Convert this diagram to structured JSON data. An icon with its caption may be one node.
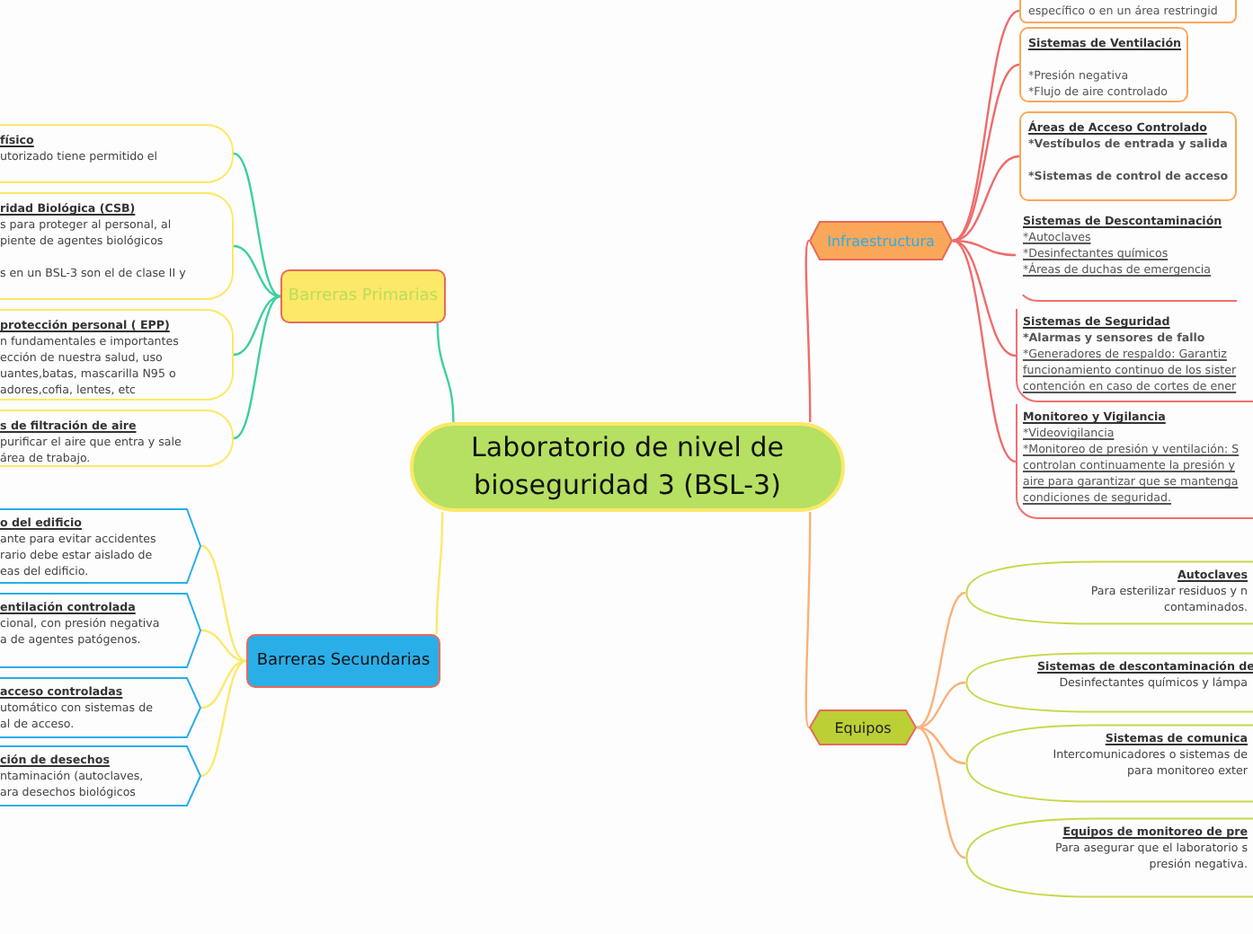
{
  "diagram": {
    "nodes": [
      {
        "text": [
          "Laboratorio de nivel de bioseguridad 3 (BSL-3)"
        ]
      },
      {
        "text": [
          "Barreras Primarias"
        ]
      },
      {
        "text": [
          "físico",
          "utorizado tiene permitido el"
        ]
      },
      {
        "text": [
          "ridad Biológica (CSB)",
          "s para proteger al personal, al",
          "piente de agentes biológicos",
          "s en un BSL-3 son el de clase II y"
        ]
      },
      {
        "text": [
          "protección personal ( EPP)",
          "n fundamentales e importantes",
          "ección de nuestra salud, uso",
          "uantes,batas, mascarilla N95 o",
          "adores,cofia, lentes, etc"
        ]
      },
      {
        "text": [
          "s de filtración de aire",
          "purificar el aire que entra y sale",
          " área de trabajo."
        ]
      },
      {
        "text": [
          "Barreras Secundarias"
        ]
      },
      {
        "text": [
          "o del edificio",
          "ante para evitar accidentes",
          "rario debe estar aislado de",
          "eas del edificio."
        ]
      },
      {
        "text": [
          "entilación controlada",
          "cional, con presión negativa",
          "a de agentes patógenos."
        ]
      },
      {
        "text": [
          "acceso controladas",
          "utomático con sistemas de",
          "al de acceso."
        ]
      },
      {
        "text": [
          "ción de desechos",
          "ntaminación (autoclaves,",
          "ara desechos biológicos"
        ]
      },
      {
        "text": [
          "Infraestructura"
        ]
      },
      {
        "text": [
          "específico o en un área restringid"
        ]
      },
      {
        "text": [
          "Sistemas de Ventilación",
          "*Presión negativa",
          "*Flujo de aire controlado"
        ]
      },
      {
        "text": [
          "Áreas de Acceso Controlado",
          "*Vestíbulos de entrada y salida",
          "*Sistemas de control de acceso"
        ]
      },
      {
        "text": [
          "Sistemas de Descontaminación",
          "*Autoclaves",
          "*Desinfectantes químicos",
          "*Áreas de duchas de emergencia"
        ]
      },
      {
        "text": [
          "Sistemas de Seguridad",
          "*Alarmas y sensores de fallo",
          "*Generadores de respaldo: Garantiz",
          "funcionamiento continuo de los sister",
          "contención en caso de cortes de ener"
        ]
      },
      {
        "text": [
          "Monitoreo y Vigilancia",
          "*Videovigilancia",
          "*Monitoreo de presión y ventilación: S",
          "controlan continuamente la presión y",
          "aire para garantizar que se mantenga",
          "condiciones de seguridad."
        ]
      },
      {
        "text": [
          "Equipos"
        ]
      },
      {
        "text": [
          "Autoclaves",
          "Para esterilizar residuos y n",
          "contaminados."
        ]
      },
      {
        "text": [
          "Sistemas de descontaminación de",
          "Desinfectantes químicos y lámpa"
        ]
      },
      {
        "text": [
          "Sistemas de comunica",
          "Intercomunicadores o sistemas de",
          "para monitoreo exter"
        ]
      },
      {
        "text": [
          "Equipos de monitoreo de pre",
          "Para asegurar que el laboratorio s",
          "presión negativa."
        ]
      }
    ],
    "edges": [
      {
        "from": 0,
        "to": 1,
        "arrow": "none",
        "color": "#3ecfa0"
      },
      {
        "from": 0,
        "to": 6,
        "arrow": "none",
        "color": "#fce96a"
      },
      {
        "from": 0,
        "to": 11,
        "arrow": "none",
        "color": "#f06b6b"
      },
      {
        "from": 0,
        "to": 18,
        "arrow": "none",
        "color": "#fbb07a"
      },
      {
        "from": 1,
        "to": 2,
        "arrow": "none",
        "color": "#3ecfa0"
      },
      {
        "from": 1,
        "to": 3,
        "arrow": "none",
        "color": "#3ecfa0"
      },
      {
        "from": 1,
        "to": 4,
        "arrow": "none",
        "color": "#3ecfa0"
      },
      {
        "from": 1,
        "to": 5,
        "arrow": "none",
        "color": "#3ecfa0"
      },
      {
        "from": 6,
        "to": 7,
        "arrow": "none",
        "color": "#fce96a"
      },
      {
        "from": 6,
        "to": 8,
        "arrow": "none",
        "color": "#fce96a"
      },
      {
        "from": 6,
        "to": 9,
        "arrow": "none",
        "color": "#fce96a"
      },
      {
        "from": 6,
        "to": 10,
        "arrow": "none",
        "color": "#fce96a"
      },
      {
        "from": 11,
        "to": 12,
        "arrow": "none",
        "color": "#f06b6b"
      },
      {
        "from": 11,
        "to": 13,
        "arrow": "none",
        "color": "#f06b6b"
      },
      {
        "from": 11,
        "to": 14,
        "arrow": "none",
        "color": "#f06b6b"
      },
      {
        "from": 11,
        "to": 15,
        "arrow": "none",
        "color": "#f06b6b"
      },
      {
        "from": 11,
        "to": 16,
        "arrow": "none",
        "color": "#f06b6b"
      },
      {
        "from": 11,
        "to": 17,
        "arrow": "none",
        "color": "#f06b6b"
      },
      {
        "from": 18,
        "to": 19,
        "arrow": "none",
        "color": "#fbb07a"
      },
      {
        "from": 18,
        "to": 20,
        "arrow": "none",
        "color": "#fbb07a"
      },
      {
        "from": 18,
        "to": 21,
        "arrow": "none",
        "color": "#fbb07a"
      },
      {
        "from": 18,
        "to": 22,
        "arrow": "none",
        "color": "#fbb07a"
      }
    ]
  }
}
